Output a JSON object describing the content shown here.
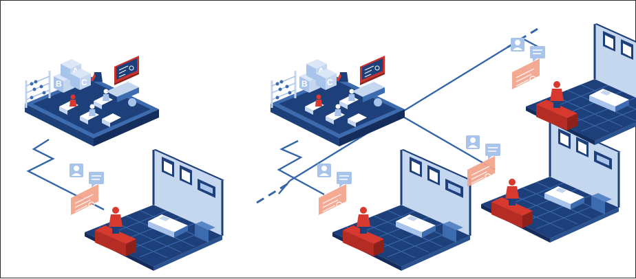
{
  "colors": {
    "background": "#ffffff",
    "border": "#2b2b2b",
    "navy": "#1d3f7a",
    "navy_dark": "#142d5c",
    "floor_light": "#3d6bb0",
    "wall_light": "#c5d6ef",
    "sky": "#a9c4ea",
    "cable": "#3465a8",
    "accent_red": "#d7392f",
    "accent_salmon": "#f3a48d"
  },
  "illustration": {
    "tablet_classrooms": [
      {
        "icons": [
          "abacus-icon",
          "alphabet-blocks-icon",
          "teacher-icon",
          "chalkboard-icon",
          "student-desk-icon"
        ],
        "block_letters": [
          "A",
          "B",
          "C"
        ]
      },
      {
        "icons": [
          "abacus-icon",
          "alphabet-blocks-icon",
          "teacher-icon",
          "chalkboard-icon",
          "student-desk-icon"
        ],
        "block_letters": [
          "A",
          "B",
          "C"
        ]
      }
    ],
    "home_rooms": [
      {
        "icons": [
          "user-profile-icon",
          "chat-bubble-icon",
          "student-at-desk-icon",
          "bed-icon",
          "window-icon"
        ]
      },
      {
        "icons": [
          "user-profile-icon",
          "chat-bubble-icon",
          "student-at-desk-icon",
          "bed-icon",
          "window-icon"
        ]
      },
      {
        "icons": [
          "user-profile-icon",
          "chat-bubble-icon",
          "student-at-desk-icon",
          "bed-icon",
          "window-icon"
        ]
      },
      {
        "icons": [
          "user-profile-icon",
          "chat-bubble-icon",
          "student-at-desk-icon",
          "bed-icon",
          "window-icon"
        ]
      }
    ],
    "connections": [
      "single-link",
      "network-backbone"
    ]
  }
}
